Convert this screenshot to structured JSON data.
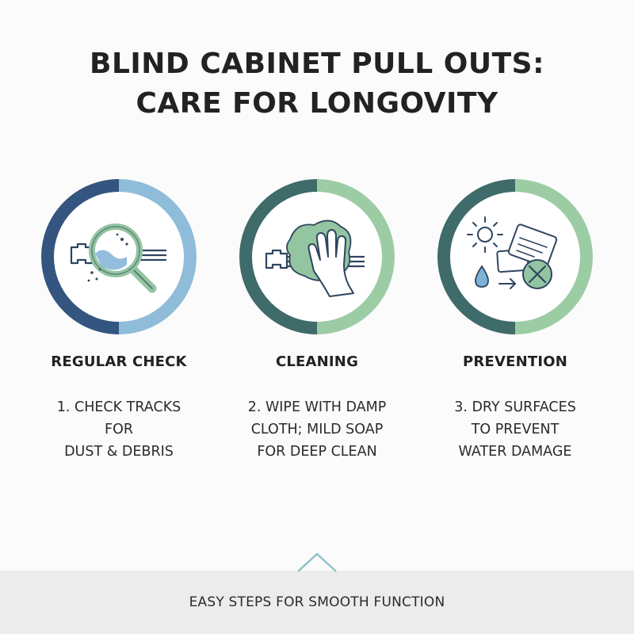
{
  "title": {
    "line1": "BLIND CABINET PULL OUTS:",
    "line2": "CARE FOR LONGOVITY"
  },
  "colors": {
    "dark_navy": "#34557f",
    "light_blue": "#8fbcd9",
    "dark_teal": "#3f6b6a",
    "light_green": "#9ccca4",
    "icon_green": "#93c5a0",
    "icon_blue": "#7fb3d6",
    "icon_stroke": "#2f4560"
  },
  "steps": [
    {
      "heading": "REGULAR CHECK",
      "icon": "magnifier-track-icon",
      "desc": [
        "1. CHECK TRACKS",
        "FOR",
        "DUST & DEBRIS"
      ]
    },
    {
      "heading": "CLEANING",
      "icon": "hand-wipe-cloth-icon",
      "desc": [
        "2. WIPE WITH DAMP",
        "CLOTH; MILD SOAP",
        "FOR DEEP CLEAN"
      ]
    },
    {
      "heading": "PREVENTION",
      "icon": "sun-drop-prevent-icon",
      "desc": [
        "3. DRY SURFACES",
        "TO PREVENT",
        "WATER DAMAGE"
      ]
    }
  ],
  "footer": {
    "text": "EASY STEPS FOR SMOOTH FUNCTION"
  }
}
